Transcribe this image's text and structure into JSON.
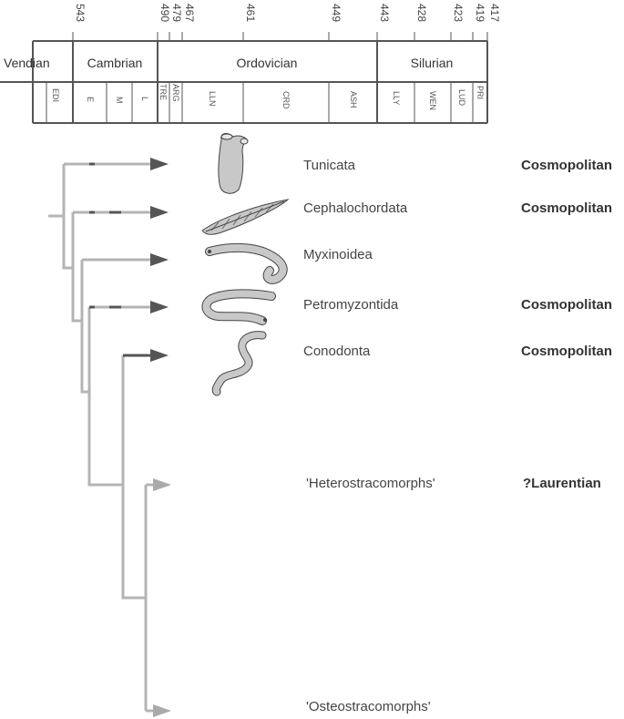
{
  "timescale": {
    "ages": [
      "543",
      "490",
      "479",
      "467",
      "461",
      "449",
      "443",
      "428",
      "423",
      "419",
      "417"
    ],
    "periods": [
      "Vendian",
      "Cambrian",
      "Ordovician",
      "Silurian"
    ],
    "stages": [
      "EDI",
      "E",
      "M",
      "L",
      "TRE",
      "ARG",
      "LLN",
      "CRD",
      "ASH",
      "LLY",
      "WEN",
      "LUD",
      "PRI"
    ]
  },
  "taxa": [
    {
      "name": "Tunicata",
      "distribution": "Cosmopolitan"
    },
    {
      "name": "Cephalochordata",
      "distribution": "Cosmopolitan"
    },
    {
      "name": "Myxinoidea",
      "distribution": ""
    },
    {
      "name": "Petromyzontida",
      "distribution": "Cosmopolitan"
    },
    {
      "name": "Conodonta",
      "distribution": "Cosmopolitan"
    },
    {
      "name": "'Heterostracomorphs'",
      "distribution": "?Laurentian"
    },
    {
      "name": "'Osteostracomorphs'",
      "distribution": ""
    }
  ],
  "colors": {
    "branch": "#b4b4b4",
    "arrow_dark": "#555555",
    "arrow_light": "#aaaaaa",
    "creature_fill": "#c8c8c8"
  }
}
